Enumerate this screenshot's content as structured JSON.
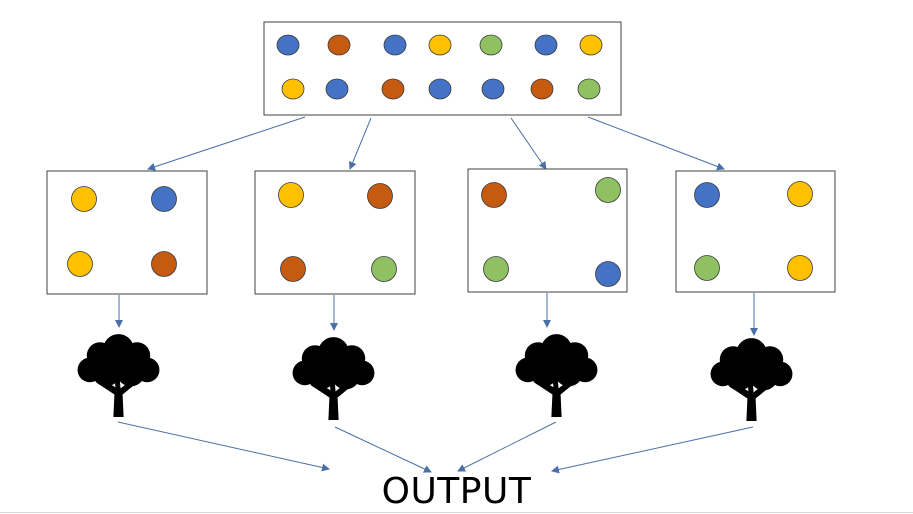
{
  "colors": {
    "blue": "#4472c4",
    "orange": "#c55a11",
    "yellow": "#ffc000",
    "green": "#8fc163",
    "arrow": "#4a6fa8",
    "tree": "#000000",
    "box_border": "#404040"
  },
  "dataset": {
    "rows": [
      [
        "blue",
        "orange",
        "blue",
        "yellow",
        "green",
        "blue",
        "yellow"
      ],
      [
        "yellow",
        "blue",
        "orange",
        "blue",
        "blue",
        "orange",
        "green"
      ]
    ]
  },
  "subsets": [
    {
      "top_left": "yellow",
      "top_right": "blue",
      "bottom_left": "yellow",
      "bottom_right": "orange"
    },
    {
      "top_left": "yellow",
      "top_right": "orange",
      "bottom_left": "orange",
      "bottom_right": "green"
    },
    {
      "top_left": "orange",
      "top_right": "green",
      "bottom_left": "green",
      "bottom_right": "blue"
    },
    {
      "top_left": "blue",
      "top_right": "yellow",
      "bottom_left": "green",
      "bottom_right": "yellow"
    }
  ],
  "trees": [
    {
      "icon": "tree-icon"
    },
    {
      "icon": "tree-icon"
    },
    {
      "icon": "tree-icon"
    },
    {
      "icon": "tree-icon"
    }
  ],
  "output": {
    "label": "OUTPUT"
  }
}
